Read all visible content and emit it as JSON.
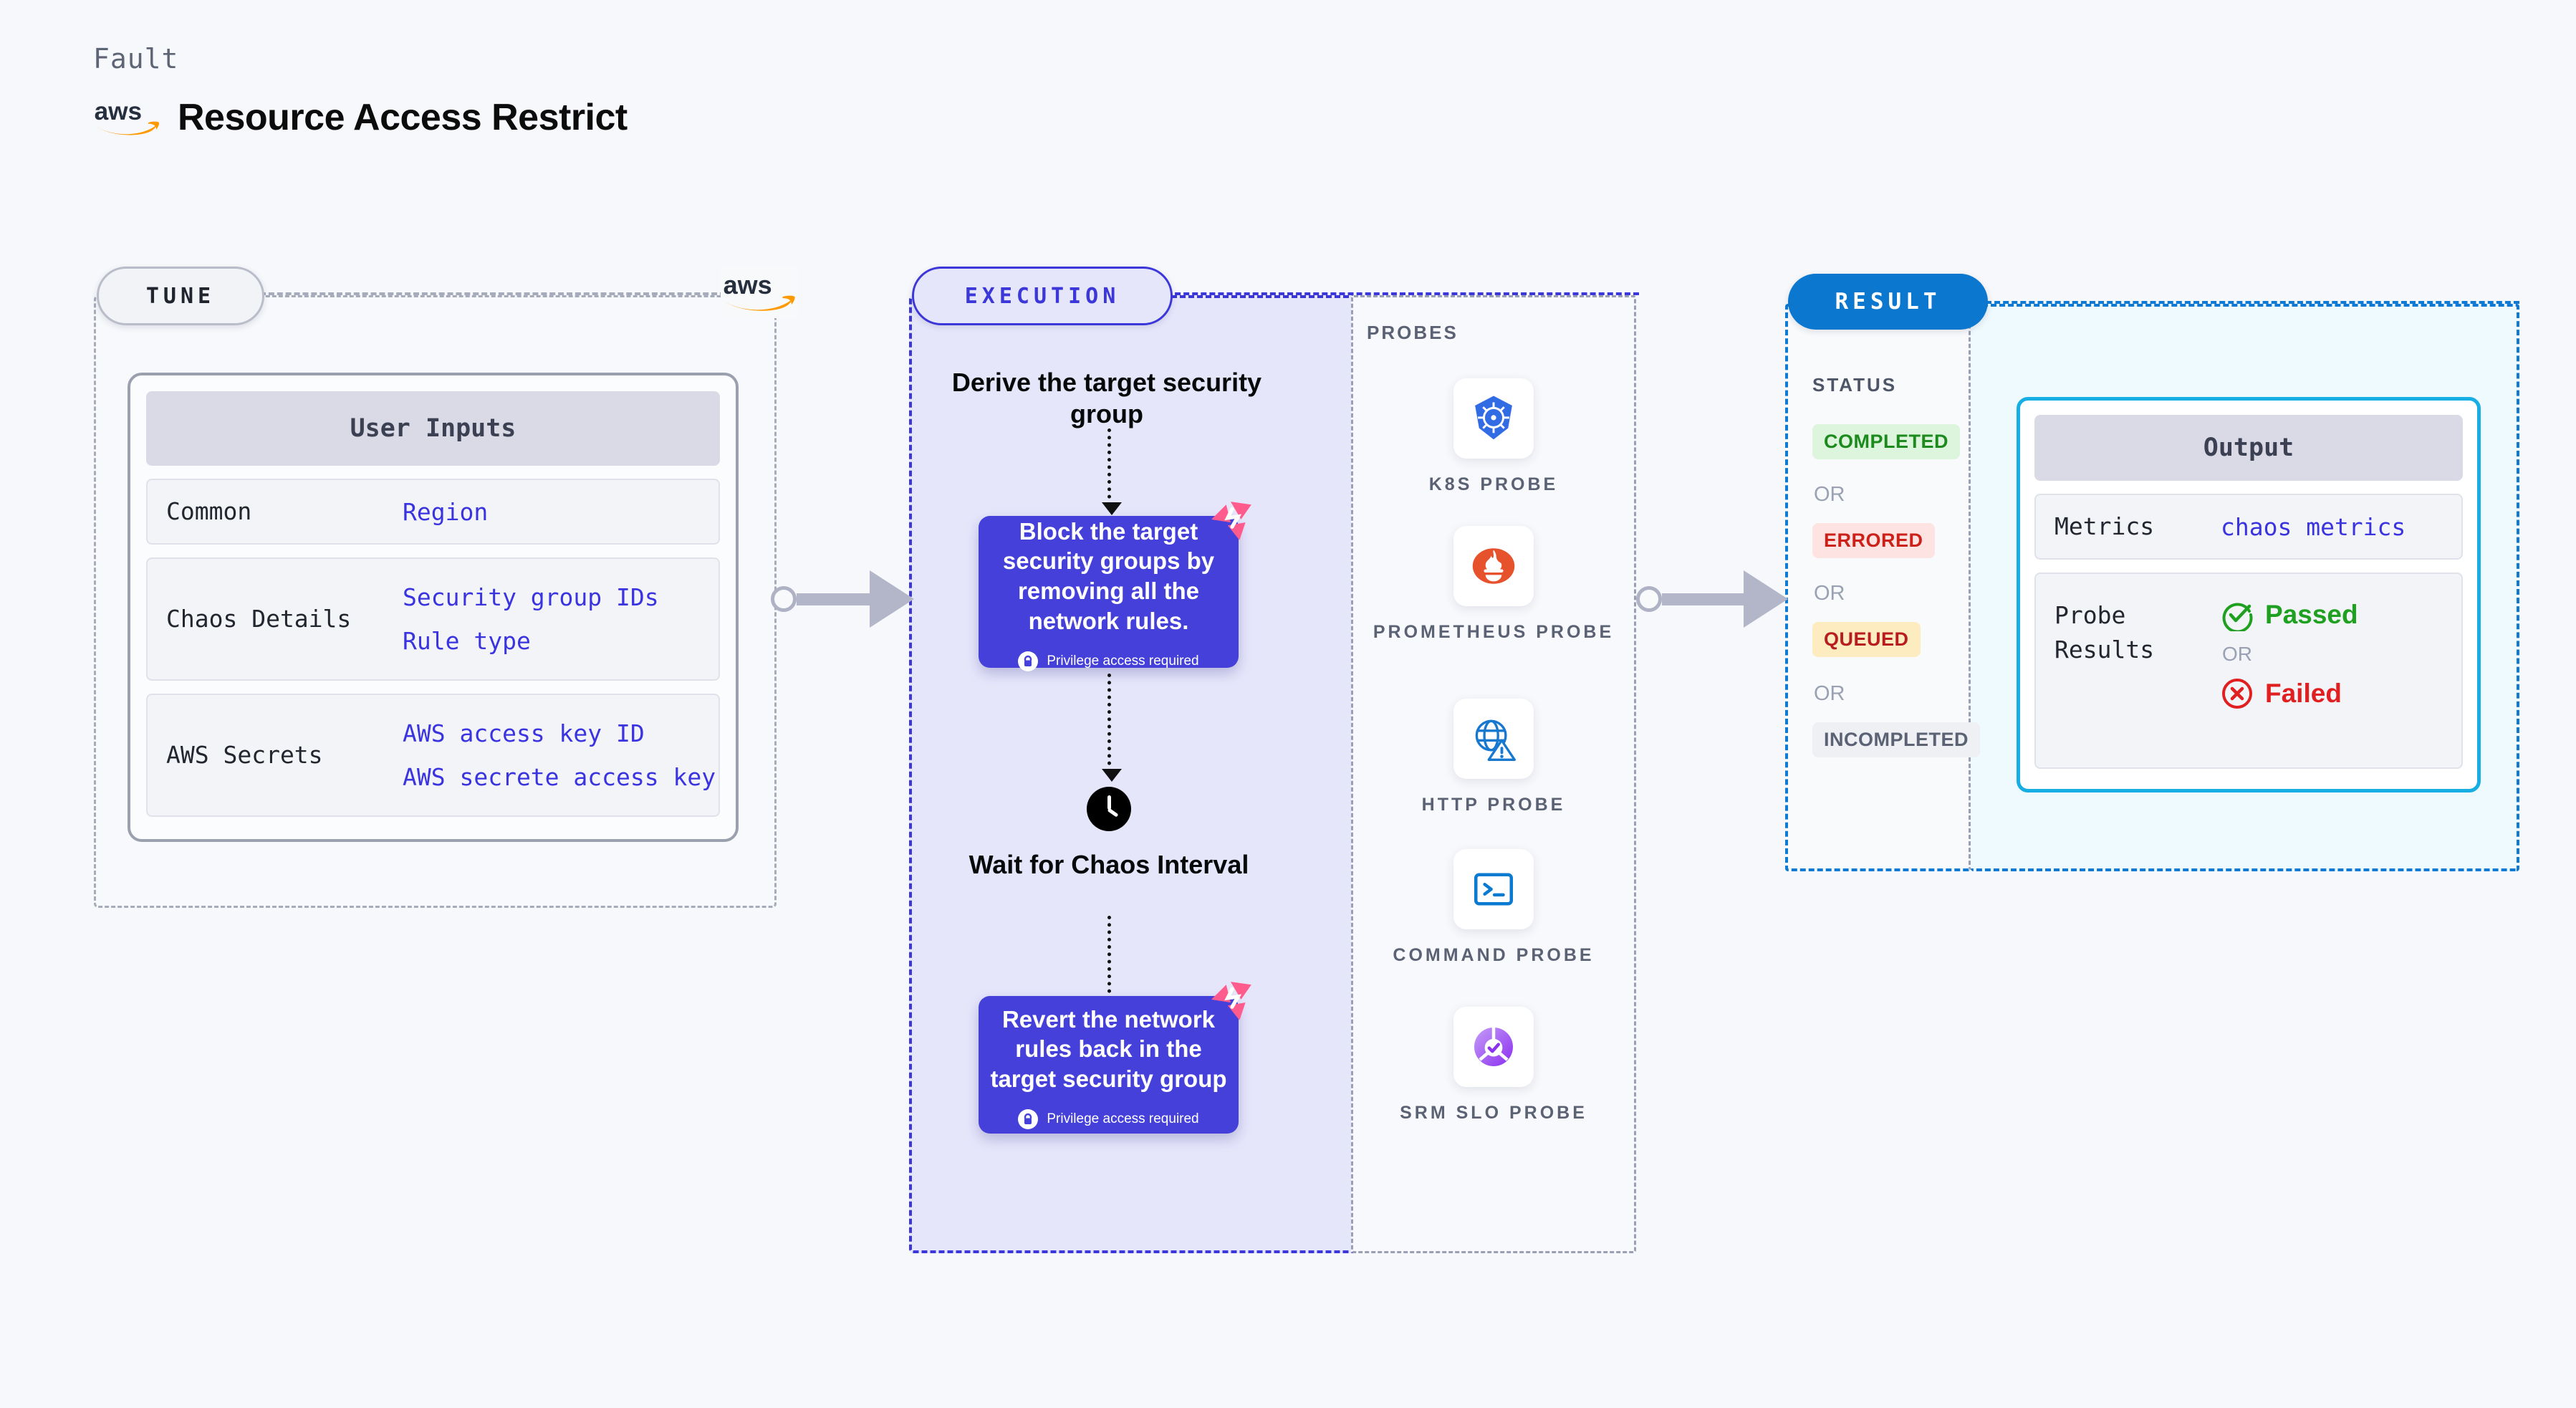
{
  "header": {
    "fault_label": "Fault",
    "title": "Resource Access Restrict",
    "logo": "aws-logo"
  },
  "tune": {
    "pill_label": "TUNE",
    "corner_logo": "aws-logo",
    "card_title": "User Inputs",
    "rows": [
      {
        "key": "Common",
        "values": [
          "Region"
        ]
      },
      {
        "key": "Chaos Details",
        "values": [
          "Security group IDs",
          "Rule type"
        ]
      },
      {
        "key": "AWS Secrets",
        "values": [
          "AWS access key ID",
          "AWS secrete access key"
        ]
      }
    ]
  },
  "execution": {
    "pill_label": "EXECUTION",
    "start_label": "Derive the target security group",
    "steps": [
      {
        "text": "Block the target security groups by removing all the network rules.",
        "note": "Privilege access required"
      },
      {
        "text": "Revert the network rules back in the target security group",
        "note": "Privilege access required"
      }
    ],
    "wait_label": "Wait for Chaos Interval"
  },
  "probes": {
    "title": "PROBES",
    "items": [
      {
        "label": "K8S PROBE",
        "icon": "kubernetes-icon"
      },
      {
        "label": "PROMETHEUS PROBE",
        "icon": "prometheus-icon"
      },
      {
        "label": "HTTP PROBE",
        "icon": "http-globe-warning-icon"
      },
      {
        "label": "COMMAND PROBE",
        "icon": "terminal-icon"
      },
      {
        "label": "SRM SLO PROBE",
        "icon": "srm-slo-icon"
      }
    ]
  },
  "result": {
    "pill_label": "RESULT",
    "status_title": "STATUS",
    "or_label": "OR",
    "statuses": [
      {
        "label": "COMPLETED",
        "bg": "#ddf5dd",
        "fg": "#1c8a1c"
      },
      {
        "label": "ERRORED",
        "bg": "#fde4e2",
        "fg": "#cc2118"
      },
      {
        "label": "QUEUED",
        "bg": "#fcecc0",
        "fg": "#b81c1c"
      },
      {
        "label": "INCOMPLETED",
        "bg": "#eef0f4",
        "fg": "#5b6274"
      }
    ],
    "output": {
      "card_title": "Output",
      "metrics_key": "Metrics",
      "metrics_value": "chaos metrics",
      "probe_results_key": "Probe Results",
      "passed_label": "Passed",
      "failed_label": "Failed",
      "or_label": "OR"
    }
  },
  "colors": {
    "accent_purple": "#4540d9",
    "accent_blue": "#0c77cf",
    "harness_pink": "#ff5c8d",
    "aws_orange": "#f90"
  }
}
